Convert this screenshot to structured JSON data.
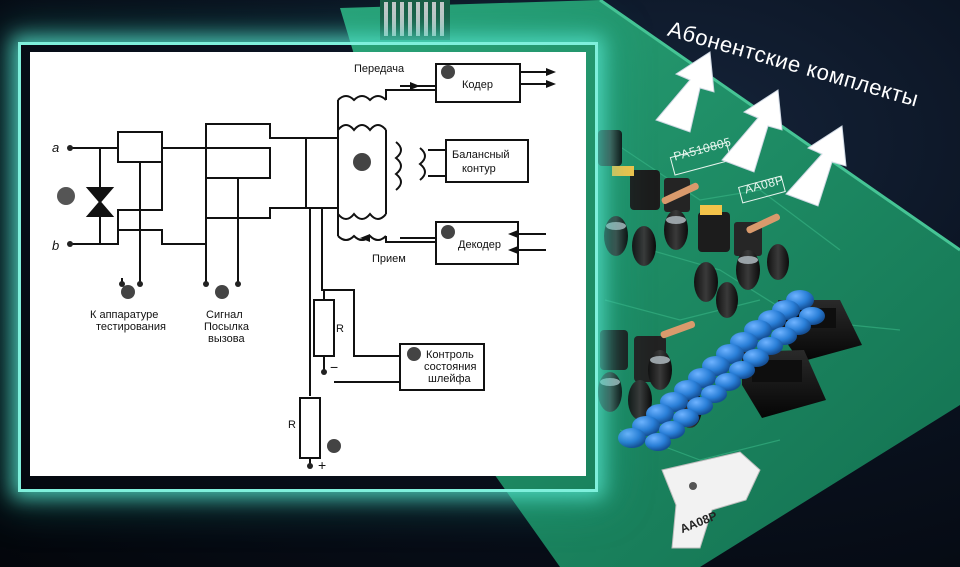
{
  "caption": "Абонентские комплекты",
  "schematic": {
    "terminal_a": "a",
    "terminal_b": "b",
    "transmit_label": "Передача",
    "receive_label": "Прием",
    "coder_label": "Кодер",
    "decoder_label": "Декодер",
    "balance_line1": "Балансный",
    "balance_line2": "контур",
    "test_line1": "К аппаратуре",
    "test_line2": "тестирования",
    "signal_line1": "Сигнал",
    "signal_line2": "Посылка",
    "signal_line3": "вызова",
    "loop_line1": "Контроль",
    "loop_line2": "состояния",
    "loop_line3": "шлейфа",
    "resistor_upper": "R",
    "resistor_lower": "R",
    "minus_sign": "−",
    "plus_sign": "+"
  },
  "board": {
    "chip_label": "PA510805",
    "module_label": "AA08P",
    "handle_label": "AA08P"
  },
  "colors": {
    "frame_glow": "#7ff0dc",
    "board_green": "#1d8a63",
    "arrow_white": "#ffffff",
    "blue_parts": "#2a7fd8"
  }
}
